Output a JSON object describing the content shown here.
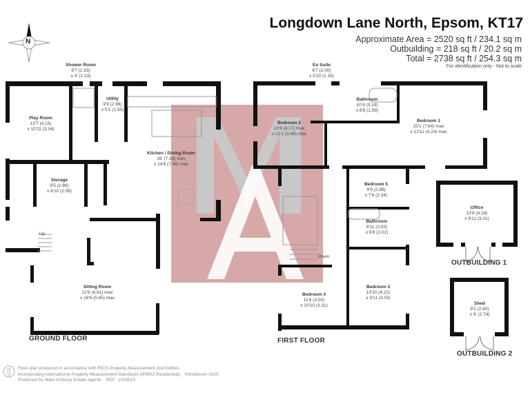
{
  "header": {
    "title": "Longdown Lane North, Epsom, KT17",
    "approx_area": "Approximate Area = 2520 sq ft / 234.1 sq m",
    "outbuilding_area": "Outbuilding = 218 sq ft / 20.2 sq m",
    "total_area": "Total = 2738 sq ft / 254.3 sq m",
    "note": "For identification only - Not to scale"
  },
  "compass": {
    "label": "N"
  },
  "ground_floor": {
    "label": "GROUND FLOOR",
    "stairs_label": "Up",
    "rooms": [
      {
        "name": "Shower Room",
        "dim1": "9'7 (2.93)",
        "dim2": "x 4' (1.23)"
      },
      {
        "name": "Utility",
        "dim1": "9'9 (2.96)",
        "dim2": "x 5'1 (1.55)"
      },
      {
        "name": "Play Room",
        "dim1": "13'7 (4.15)",
        "dim2": "x 10'11 (3.34)"
      },
      {
        "name": "Kitchen / Dining Room",
        "dim1": "26' (7.93) max",
        "dim2": "x 24'6 (7.46) max"
      },
      {
        "name": "Storage",
        "dim1": "9'5 (2.86)",
        "dim2": "x 6'10 (2.09)"
      },
      {
        "name": "Sitting Room",
        "dim1": "21'8 (6.61) max",
        "dim2": "x 18'6 (5.65) max"
      }
    ]
  },
  "first_floor": {
    "label": "FIRST FLOOR",
    "stairs_label": "Down",
    "rooms": [
      {
        "name": "En Suite",
        "dim1": "6'7 (2.00)",
        "dim2": "x 3'10 (1.18)"
      },
      {
        "name": "Bathroom",
        "dim1": "10'4 (3.14)",
        "dim2": "x 6'6 (1.99)"
      },
      {
        "name": "Bedroom 2",
        "dim1": "13'8 (4.17) max",
        "dim2": "x 12'1 (3.68) max"
      },
      {
        "name": "Bedroom 1",
        "dim1": "25'1 (7.64) max",
        "dim2": "x 13'11 (4.24) max"
      },
      {
        "name": "Bedroom 5",
        "dim1": "9'9 (2.98)",
        "dim2": "x 7'8 (2.34)"
      },
      {
        "name": "Bathroom",
        "dim1": "9'11 (3.03)",
        "dim2": "x 6'8 (2.02)"
      },
      {
        "name": "Bedroom 4",
        "dim1": "11'6 (3.50)",
        "dim2": "x 10'10 (3.31)"
      },
      {
        "name": "Bedroom 3",
        "dim1": "13'10 (4.22)",
        "dim2": "x 9'11 (3.03)"
      }
    ]
  },
  "outbuilding_1": {
    "label": "OUTBUILDING 1",
    "room": {
      "name": "Office",
      "dim1": "13'8 (4.16)",
      "dim2": "x 9'11 (3.01)"
    }
  },
  "outbuilding_2": {
    "label": "OUTBUILDING 2",
    "room": {
      "name": "Shed",
      "dim1": "9'2 (2.80)",
      "dim2": "x 9' (2.74)"
    }
  },
  "footer": {
    "line1": "Floor plan produced in accordance with RICS Property Measurement 2nd Edition,",
    "line2": "Incorporating International Property Measurement Standards (IPMS2 Residential).",
    "copyright": "©nichecom 2025.",
    "line3": "Produced for Mark Anthony Estate Agents.",
    "ref": "REF:  1325510"
  },
  "colors": {
    "wall": "#111111",
    "watermark": "#d6a8a8",
    "watermark_letter": "#c8c8c8"
  }
}
